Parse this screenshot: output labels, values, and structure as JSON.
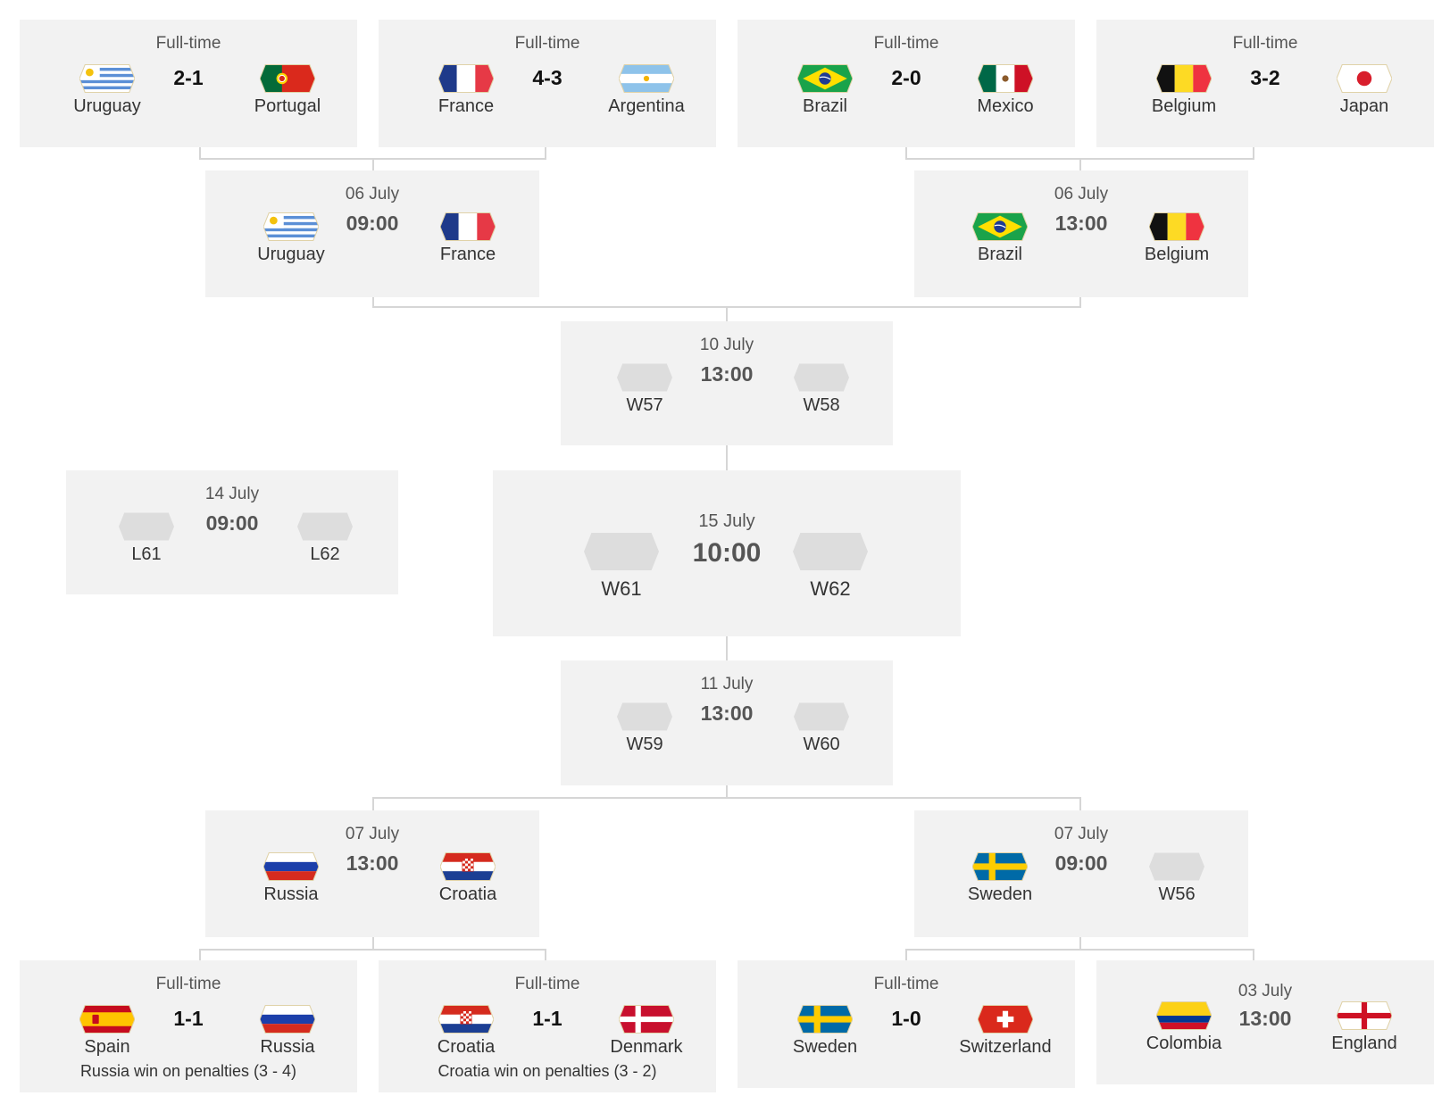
{
  "colors": {
    "card_bg": "#f2f2f2",
    "connector": "#d6d6d6",
    "placeholder_flag": "#dddddd"
  },
  "r16": [
    {
      "status": "Full-time",
      "score": "2-1",
      "home": {
        "name": "Uruguay",
        "flag": "uruguay"
      },
      "away": {
        "name": "Portugal",
        "flag": "portugal"
      }
    },
    {
      "status": "Full-time",
      "score": "4-3",
      "home": {
        "name": "France",
        "flag": "france"
      },
      "away": {
        "name": "Argentina",
        "flag": "argentina"
      }
    },
    {
      "status": "Full-time",
      "score": "2-0",
      "home": {
        "name": "Brazil",
        "flag": "brazil"
      },
      "away": {
        "name": "Mexico",
        "flag": "mexico"
      }
    },
    {
      "status": "Full-time",
      "score": "3-2",
      "home": {
        "name": "Belgium",
        "flag": "belgium"
      },
      "away": {
        "name": "Japan",
        "flag": "japan"
      }
    },
    {
      "status": "Full-time",
      "score": "1-1",
      "note": "Russia win on penalties (3 - 4)",
      "home": {
        "name": "Spain",
        "flag": "spain"
      },
      "away": {
        "name": "Russia",
        "flag": "russia"
      }
    },
    {
      "status": "Full-time",
      "score": "1-1",
      "note": "Croatia win on penalties (3 - 2)",
      "home": {
        "name": "Croatia",
        "flag": "croatia"
      },
      "away": {
        "name": "Denmark",
        "flag": "denmark"
      }
    },
    {
      "status": "Full-time",
      "score": "1-0",
      "home": {
        "name": "Sweden",
        "flag": "sweden"
      },
      "away": {
        "name": "Switzerland",
        "flag": "switzerland"
      }
    },
    {
      "date": "03 July",
      "time": "13:00",
      "home": {
        "name": "Colombia",
        "flag": "colombia"
      },
      "away": {
        "name": "England",
        "flag": "england"
      }
    }
  ],
  "qf": [
    {
      "date": "06 July",
      "time": "09:00",
      "home": {
        "name": "Uruguay",
        "flag": "uruguay"
      },
      "away": {
        "name": "France",
        "flag": "france"
      }
    },
    {
      "date": "06 July",
      "time": "13:00",
      "home": {
        "name": "Brazil",
        "flag": "brazil"
      },
      "away": {
        "name": "Belgium",
        "flag": "belgium"
      }
    },
    {
      "date": "07 July",
      "time": "13:00",
      "home": {
        "name": "Russia",
        "flag": "russia"
      },
      "away": {
        "name": "Croatia",
        "flag": "croatia"
      }
    },
    {
      "date": "07 July",
      "time": "09:00",
      "home": {
        "name": "Sweden",
        "flag": "sweden"
      },
      "away": {
        "name": "W56",
        "flag": "placeholder"
      }
    }
  ],
  "sf": [
    {
      "date": "10 July",
      "time": "13:00",
      "home": {
        "name": "W57",
        "flag": "placeholder"
      },
      "away": {
        "name": "W58",
        "flag": "placeholder"
      }
    },
    {
      "date": "11 July",
      "time": "13:00",
      "home": {
        "name": "W59",
        "flag": "placeholder"
      },
      "away": {
        "name": "W60",
        "flag": "placeholder"
      }
    }
  ],
  "third": {
    "date": "14 July",
    "time": "09:00",
    "home": {
      "name": "L61",
      "flag": "placeholder"
    },
    "away": {
      "name": "L62",
      "flag": "placeholder"
    }
  },
  "final": {
    "date": "15 July",
    "time": "10:00",
    "home": {
      "name": "W61",
      "flag": "placeholder"
    },
    "away": {
      "name": "W62",
      "flag": "placeholder"
    }
  }
}
